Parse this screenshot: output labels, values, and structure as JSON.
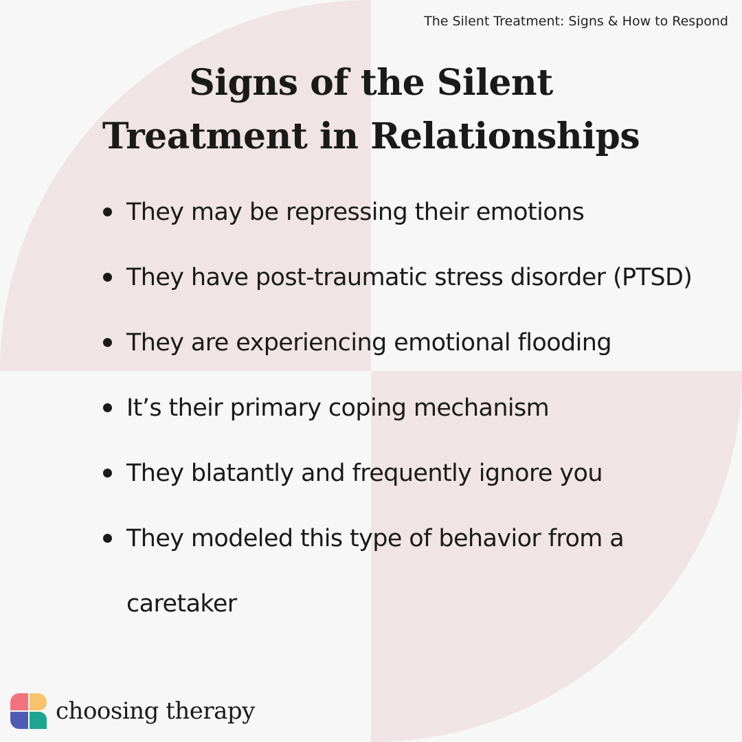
{
  "header": {
    "caption": "The Silent Treatment: Signs & How to Respond"
  },
  "headline": {
    "line1": "Signs of the Silent",
    "line2": "Treatment in Relationships"
  },
  "signs": [
    "They may be repressing their emotions",
    "They have post-traumatic stress disorder (PTSD)",
    "They are experiencing emotional flooding",
    "It’s their primary coping mechanism",
    "They blatantly and frequently ignore you",
    "They modeled this type of behavior from a caretaker"
  ],
  "brand": {
    "name": "choosing therapy",
    "logo_icon": "choosing-therapy-logo-icon"
  },
  "colors": {
    "background": "#f7f7f7",
    "decor_pink": "#f1e4e6",
    "text": "#1b1a1a",
    "logo_pink": "#f2727e",
    "logo_yellow": "#f8c36b",
    "logo_blue": "#4f5bb3",
    "logo_teal": "#1fa58f"
  }
}
